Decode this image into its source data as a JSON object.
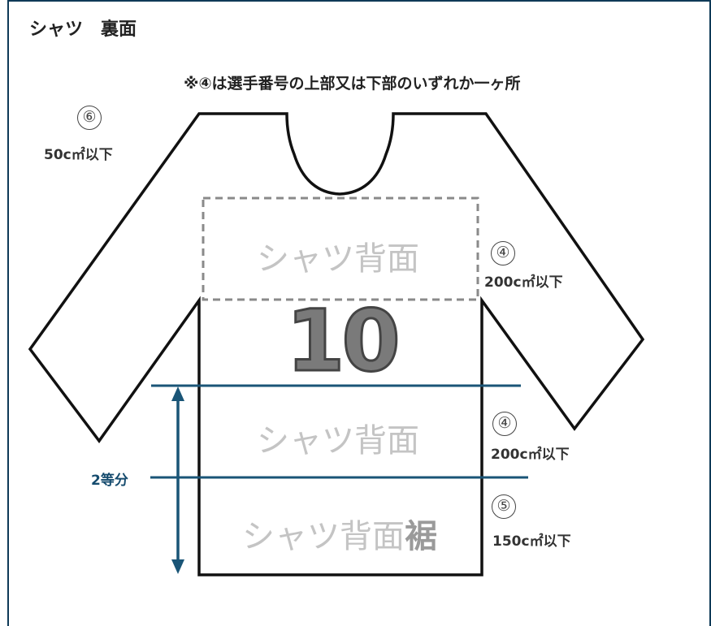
{
  "title": "シャツ　裏面",
  "note": "※④は選手番号の上部又は下部のいずれか一ヶ所",
  "player_number": "10",
  "zones": {
    "upper": {
      "marker": "④",
      "label": "シャツ背面",
      "limit": "200c㎡以下"
    },
    "lower": {
      "marker": "④",
      "label": "シャツ背面",
      "limit": "200c㎡以下"
    },
    "hem": {
      "marker": "⑤",
      "label": "シャツ背面",
      "label_bold": "裾",
      "limit": "150c㎡以下"
    },
    "sleeve": {
      "marker": "⑥",
      "limit": "50c㎡以下"
    }
  },
  "divider_label": "2等分",
  "colors": {
    "outline": "#111111",
    "dashed_box": "#8a8a8a",
    "divider": "#1a5577",
    "zone_text": "#c4c4c4",
    "number": "#7a7a7a"
  }
}
